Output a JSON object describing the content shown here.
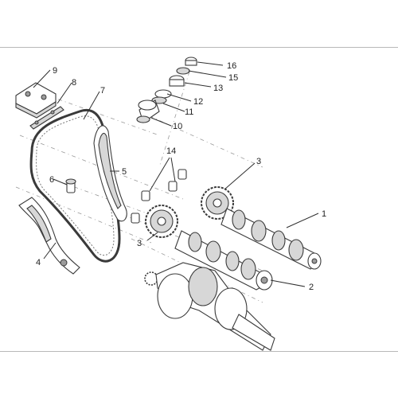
{
  "callouts": [
    "1",
    "2",
    "3",
    "3",
    "4",
    "5",
    "6",
    "7",
    "8",
    "9",
    "10",
    "11",
    "12",
    "13",
    "14",
    "15",
    "16"
  ],
  "colors": {
    "line": "#3a3a3a",
    "frame": "#b9b9b9",
    "dash": "#9a9a9a"
  }
}
